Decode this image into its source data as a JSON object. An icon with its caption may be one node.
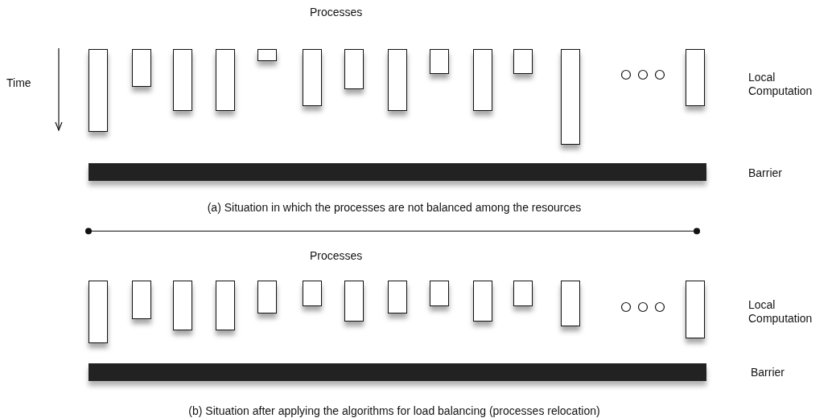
{
  "diagram": {
    "labels": [
      "Processes",
      "Time",
      "Local Computation",
      "Barrier",
      "(a) Situation in which the processes are not balanced among the resources",
      "Processes",
      "Local Computation",
      "Barrier",
      "(b) Situation after applying the algorithms for load balancing (processes relocation)"
    ]
  }
}
